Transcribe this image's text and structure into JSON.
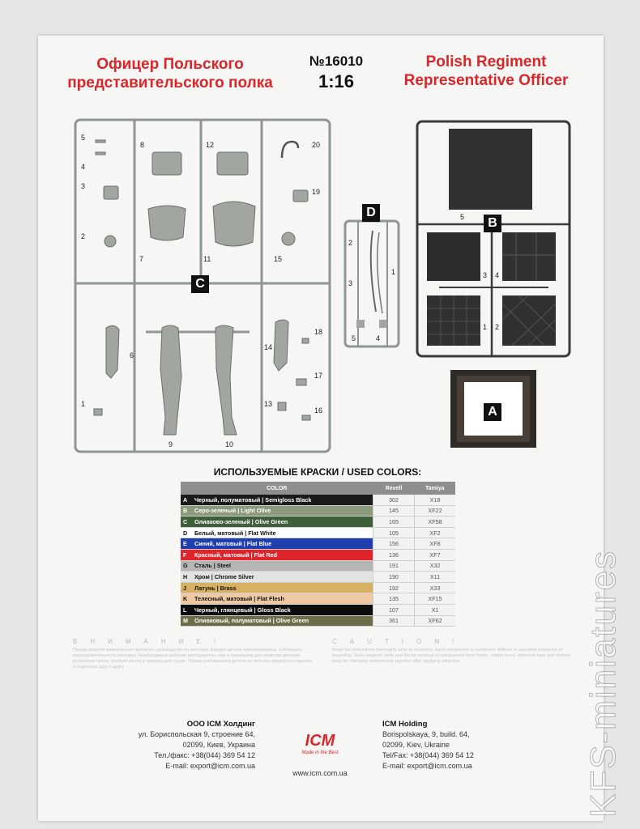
{
  "header": {
    "title_ru_line1": "Офицер Польского",
    "title_ru_line2": "представительского полка",
    "kit_number": "№16010",
    "scale": "1:16",
    "title_en_line1": "Polish Regiment",
    "title_en_line2": "Representative Officer"
  },
  "sprues": {
    "c_label": "C",
    "d_label": "D",
    "b_label": "B",
    "a_label": "A",
    "c_numbers": [
      "5",
      "4",
      "3",
      "2",
      "8",
      "12",
      "20",
      "19",
      "7",
      "11",
      "15",
      "6",
      "18",
      "14",
      "17",
      "13",
      "16",
      "1",
      "9",
      "10"
    ],
    "d_numbers": [
      "2",
      "3",
      "1",
      "5",
      "4"
    ],
    "b_numbers": [
      "5",
      "3",
      "4",
      "1",
      "2"
    ]
  },
  "colors": {
    "title": "ИСПОЛЬЗУЕМЫЕ КРАСКИ / USED COLORS:",
    "headers": [
      "COLOR",
      "Revell",
      "Tamiya"
    ],
    "rows": [
      {
        "letter": "A",
        "name": "Черный, полуматовый | Semigloss Black",
        "revell": "302",
        "tamiya": "X18",
        "bg": "#1a1a1a",
        "fg": "#ffffff"
      },
      {
        "letter": "B",
        "name": "Серо-зеленый | Light Olive",
        "revell": "145",
        "tamiya": "XF22",
        "bg": "#8a9a7a",
        "fg": "#ffffff"
      },
      {
        "letter": "C",
        "name": "Оливково-зеленый | Olive Green",
        "revell": "165",
        "tamiya": "XF58",
        "bg": "#3f5e3a",
        "fg": "#ffffff"
      },
      {
        "letter": "D",
        "name": "Белый, матовый | Flat White",
        "revell": "105",
        "tamiya": "XF2",
        "bg": "#ffffff",
        "fg": "#111111"
      },
      {
        "letter": "E",
        "name": "Синий, матовый | Flat Blue",
        "revell": "156",
        "tamiya": "XF8",
        "bg": "#1f3fae",
        "fg": "#ffffff"
      },
      {
        "letter": "F",
        "name": "Красный, матовый | Flat Red",
        "revell": "136",
        "tamiya": "XF7",
        "bg": "#e0252a",
        "fg": "#ffffff"
      },
      {
        "letter": "G",
        "name": "Сталь | Steel",
        "revell": "191",
        "tamiya": "X32",
        "bg": "#b5b5b5",
        "fg": "#111111"
      },
      {
        "letter": "H",
        "name": "Хром | Chrome Silver",
        "revell": "190",
        "tamiya": "X11",
        "bg": "#e3e3e3",
        "fg": "#111111"
      },
      {
        "letter": "J",
        "name": "Латунь | Brass",
        "revell": "192",
        "tamiya": "X33",
        "bg": "#d8b062",
        "fg": "#111111"
      },
      {
        "letter": "K",
        "name": "Телесный, матовый | Flat Flesh",
        "revell": "135",
        "tamiya": "XF15",
        "bg": "#f0c9a4",
        "fg": "#111111"
      },
      {
        "letter": "L",
        "name": "Черный, глянцевый | Gloss Black",
        "revell": "107",
        "tamiya": "X1",
        "bg": "#0d0d0d",
        "fg": "#ffffff"
      },
      {
        "letter": "M",
        "name": "Оливковый, полуматовый | Olive Green",
        "revell": "361",
        "tamiya": "XF62",
        "bg": "#6c6e4a",
        "fg": "#ffffff"
      }
    ]
  },
  "warnings": {
    "ru_head": "ВНИМАНИЕ!",
    "en_head": "CAUTION!",
    "ru_text": "Перед сборкой внимательно прочитать руководство по монтажу. Каждая деталь пронумерована. Соблюдать последовательность монтажа. Необходимые рабочие инструменты: нож и напильник для зачистки деталей, резиновая лента, клейкая лента и зажимы для сушки. Перед склеиванием детали из литника аккуратно отделить и подогнать друг к другу.",
    "en_text": "Read the instructions thoroughly prior to assembly. Each component is numbered. Adhere to specified sequence of assembly. Tools required: knife and file for removal of components from frame, rubber bond, adhesive tape and clothes pegs for clamping components together after applying adhesive."
  },
  "contacts": {
    "ru": {
      "company": "ООО ICM Холдинг",
      "address1": "ул. Бориспольская 9, строение 64,",
      "address2": "02099, Киев, Украина",
      "phone": "Тел./факс: +38(044) 369 54 12",
      "email": "E-mail: export@icm.com.ua"
    },
    "en": {
      "company": "ICM Holding",
      "address1": "Borispolskaya, 9, build. 64,",
      "address2": "02099, Kiev, Ukraine",
      "phone": "Tel/Fax: +38(044) 369 54 12",
      "email": "E-mail: export@icm.com.ua"
    },
    "logo": "ICM",
    "logo_tagline": "Made in the Best",
    "website": "www.icm.com.ua"
  },
  "watermark": "KFS-miniatures"
}
